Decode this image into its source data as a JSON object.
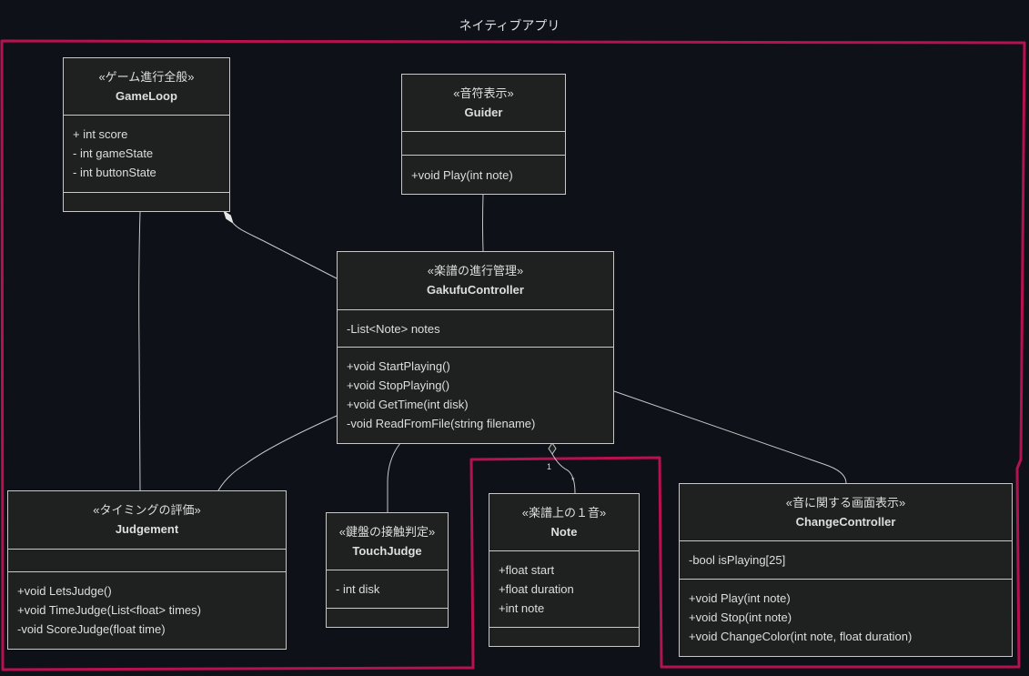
{
  "namespace": {
    "title": "ネイティブアプリ"
  },
  "colors": {
    "background": "#0f1119",
    "box_fill": "#1f2020",
    "box_border": "#c8c8c8",
    "text": "#dedede",
    "edge": "#c8c8c8",
    "boundary": "#b5124f"
  },
  "classes": {
    "game_loop": {
      "stereotype": "«ゲーム進行全般»",
      "name": "GameLoop",
      "attributes": [
        "+ int score",
        "- int gameState",
        "- int buttonState"
      ],
      "methods": []
    },
    "guider": {
      "stereotype": "«音符表示»",
      "name": "Guider",
      "attributes": [],
      "methods": [
        "+void Play(int note)"
      ]
    },
    "gakufu_controller": {
      "stereotype": "«楽譜の進行管理»",
      "name": "GakufuController",
      "attributes": [
        "-List<Note> notes"
      ],
      "methods": [
        "+void StartPlaying()",
        "+void StopPlaying()",
        "+void GetTime(int disk)",
        "-void ReadFromFile(string filename)"
      ]
    },
    "judgement": {
      "stereotype": "«タイミングの評価»",
      "name": "Judgement",
      "attributes": [],
      "methods": [
        "+void LetsJudge()",
        "+void TimeJudge(List<float> times)",
        "-void ScoreJudge(float time)"
      ]
    },
    "touch_judge": {
      "stereotype": "«鍵盤の接触判定»",
      "name": "TouchJudge",
      "attributes": [
        "- int disk"
      ],
      "methods": []
    },
    "note": {
      "stereotype": "«楽譜上の１音»",
      "name": "Note",
      "attributes": [
        "+float start",
        "+float duration",
        "+int note"
      ],
      "methods": []
    },
    "change_controller": {
      "stereotype": "«音に関する画面表示»",
      "name": "ChangeController",
      "attributes": [
        "-bool isPlaying[25]"
      ],
      "methods": [
        "+void Play(int note)",
        "+void Stop(int note)",
        "+void ChangeColor(int note, float duration)"
      ]
    }
  },
  "relations": {
    "gameloop_to_gakufu": {
      "marker": "filled-diamond"
    },
    "gakufu_to_note": {
      "marker": "hollow-diamond",
      "source_multiplicity": "1",
      "target_multiplicity": "*"
    }
  }
}
